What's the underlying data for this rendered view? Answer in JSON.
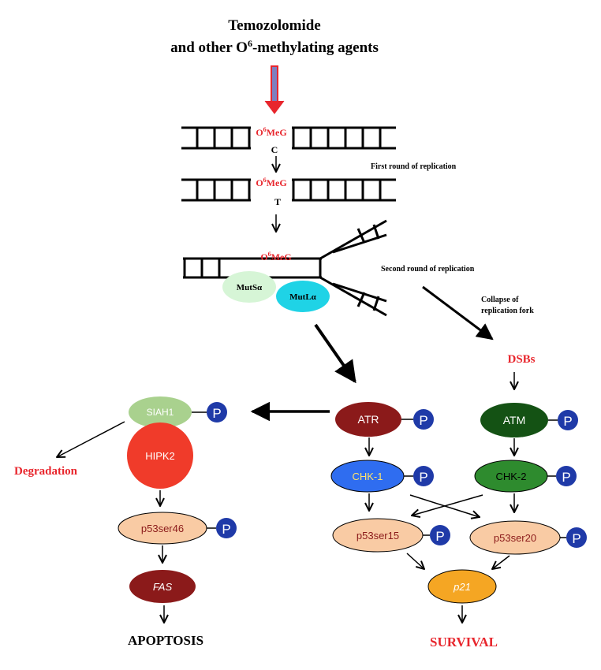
{
  "title": {
    "line1": "Temozolomide",
    "line2_prefix": "and other O",
    "line2_sup": "6",
    "line2_suffix": "-methylating agents"
  },
  "lesion": {
    "prefix": "O",
    "sup": "6",
    "suffix": "MeG"
  },
  "bases": {
    "first": "C",
    "second": "T"
  },
  "labels": {
    "first_round": "First round of replication",
    "second_round": "Second round of replication",
    "collapse_line1": "Collapse of",
    "collapse_line2": "replication fork",
    "dsbs": "DSBs",
    "degradation": "Degradation",
    "apoptosis": "APOPTOSIS",
    "survival": "SURVIVAL"
  },
  "complexes": {
    "muts": "MutSα",
    "mutl": "MutLα"
  },
  "nodes": {
    "siah1": "SIAH1",
    "hipk2": "HIPK2",
    "p53ser46": "p53ser46",
    "fas": "FAS",
    "atr": "ATR",
    "chk1": "CHK-1",
    "p53ser15": "p53ser15",
    "atm": "ATM",
    "chk2": "CHK-2",
    "p53ser20": "p53ser20",
    "p21": "p21"
  },
  "phospho": "P",
  "colors": {
    "lesion": "#e8262d",
    "red_text": "#e8262d",
    "siah1": "#a9d18e",
    "hipk2": "#f03b2a",
    "peach": "#f9cba4",
    "dark_red": "#8b1a1a",
    "chk1": "#2f6df0",
    "atm": "#145214",
    "chk2": "#2e8b2e",
    "p21": "#f5a623",
    "phospho": "#1f3aa8",
    "muts": "#d6f5d6",
    "mutl": "#1fd3e6"
  }
}
